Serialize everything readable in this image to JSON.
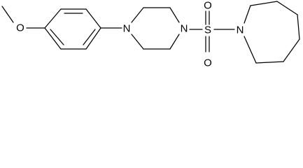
{
  "molecule": {
    "atom_labels": {
      "methoxy_oxygen": "O",
      "piperazine_n_aryl": "N",
      "piperazine_n_sulfonyl": "N",
      "sulfur": "S",
      "sulfonyl_oxygen_top": "O",
      "sulfonyl_oxygen_bottom": "O",
      "azepane_nitrogen": "N"
    }
  }
}
